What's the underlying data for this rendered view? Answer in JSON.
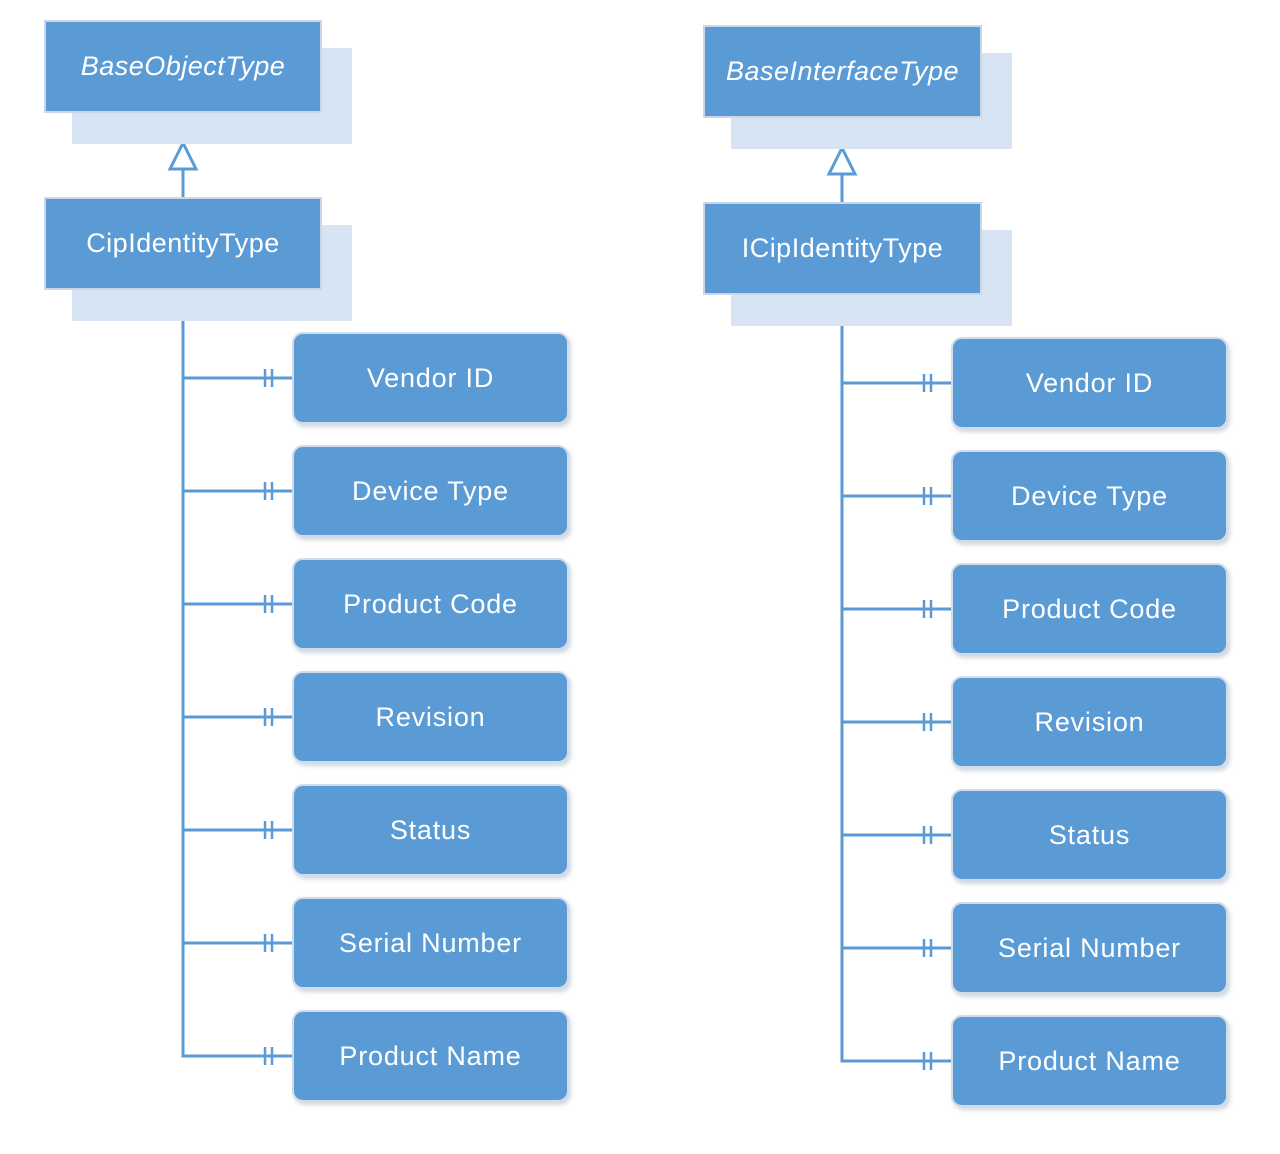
{
  "left": {
    "base": "BaseObjectType",
    "type": "CipIdentityType",
    "properties": [
      "Vendor ID",
      "Device Type",
      "Product Code",
      "Revision",
      "Status",
      "Serial Number",
      "Product Name"
    ]
  },
  "right": {
    "base": "BaseInterfaceType",
    "type": "ICipIdentityType",
    "properties": [
      "Vendor ID",
      "Device Type",
      "Product Code",
      "Revision",
      "Status",
      "Serial Number",
      "Product Name"
    ]
  },
  "colors": {
    "box_fill": "#5b9bd5",
    "shadow_fill": "#d7e4f4",
    "line": "#5b9bd5",
    "text": "#ffffff"
  }
}
